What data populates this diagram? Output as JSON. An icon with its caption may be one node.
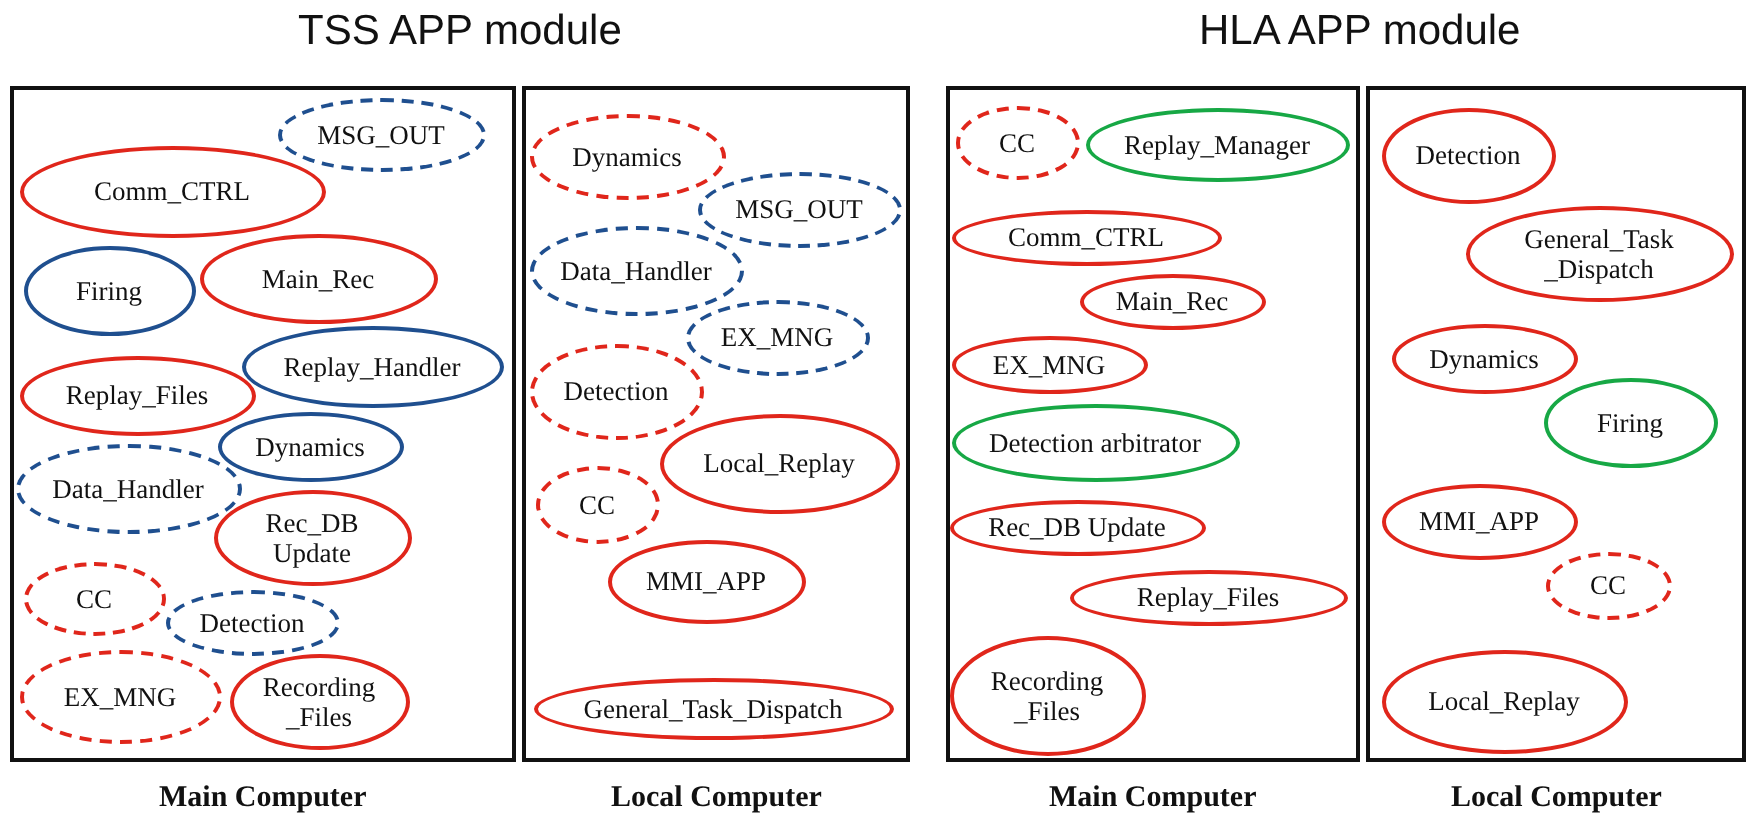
{
  "diagram": {
    "nodes": [
      {
        "text": [
          "Main Computer"
        ]
      },
      {
        "text": [
          "MSG_OUT"
        ],
        "in": 0
      },
      {
        "text": [
          "Comm_CTRL"
        ],
        "in": 0
      },
      {
        "text": [
          "Firing"
        ],
        "in": 0
      },
      {
        "text": [
          "Main_Rec"
        ],
        "in": 0
      },
      {
        "text": [
          "Replay_Handler"
        ],
        "in": 0
      },
      {
        "text": [
          "Replay_Files"
        ],
        "in": 0
      },
      {
        "text": [
          "Dynamics"
        ],
        "in": 0
      },
      {
        "text": [
          "Data_Handler"
        ],
        "in": 0
      },
      {
        "text": [
          "Rec_DB Update"
        ],
        "in": 0
      },
      {
        "text": [
          "CC"
        ],
        "in": 0
      },
      {
        "text": [
          "Detection"
        ],
        "in": 0
      },
      {
        "text": [
          "EX_MNG"
        ],
        "in": 0
      },
      {
        "text": [
          "Recording _Files"
        ],
        "in": 0
      },
      {
        "text": [
          "Local Computer"
        ]
      },
      {
        "text": [
          "Dynamics"
        ],
        "in": 14
      },
      {
        "text": [
          "MSG_OUT"
        ],
        "in": 14
      },
      {
        "text": [
          "Data_Handler"
        ],
        "in": 14
      },
      {
        "text": [
          "EX_MNG"
        ],
        "in": 14
      },
      {
        "text": [
          "Detection"
        ],
        "in": 14
      },
      {
        "text": [
          "Local_Replay"
        ],
        "in": 14
      },
      {
        "text": [
          "CC"
        ],
        "in": 14
      },
      {
        "text": [
          "MMI_APP"
        ],
        "in": 14
      },
      {
        "text": [
          "General_Task_Dispatch"
        ],
        "in": 14
      },
      {
        "text": [
          "Main Computer"
        ]
      },
      {
        "text": [
          "CC"
        ],
        "in": 24
      },
      {
        "text": [
          "Replay_Manager"
        ],
        "in": 24
      },
      {
        "text": [
          "Comm_CTRL"
        ],
        "in": 24
      },
      {
        "text": [
          "Main_Rec"
        ],
        "in": 24
      },
      {
        "text": [
          "EX_MNG"
        ],
        "in": 24
      },
      {
        "text": [
          "Detection arbitrator"
        ],
        "in": 24
      },
      {
        "text": [
          "Rec_DB Update"
        ],
        "in": 24
      },
      {
        "text": [
          "Replay_Files"
        ],
        "in": 24
      },
      {
        "text": [
          "Recording _Files"
        ],
        "in": 24
      },
      {
        "text": [
          "Local Computer"
        ]
      },
      {
        "text": [
          "Detection"
        ],
        "in": 34
      },
      {
        "text": [
          "General_Task _Dispatch"
        ],
        "in": 34
      },
      {
        "text": [
          "Dynamics"
        ],
        "in": 34
      },
      {
        "text": [
          "Firing"
        ],
        "in": 34
      },
      {
        "text": [
          "MMI_APP"
        ],
        "in": 34
      },
      {
        "text": [
          "CC"
        ],
        "in": 34
      },
      {
        "text": [
          "Local_Replay"
        ],
        "in": 34
      }
    ],
    "labels": [
      "TSS APP module",
      "HLA APP module"
    ]
  }
}
